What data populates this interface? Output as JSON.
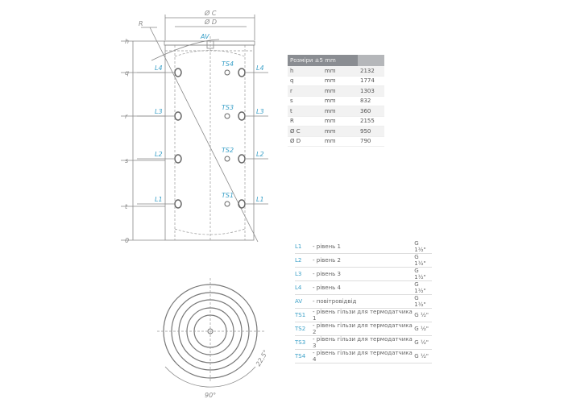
{
  "drawing": {
    "dimC": "Ø C",
    "dimD": "Ø D",
    "R": "R",
    "AV": "AV",
    "levels": [
      "h",
      "q",
      "r",
      "s",
      "t",
      "0"
    ],
    "ports": [
      "L4",
      "L3",
      "L2",
      "L1"
    ],
    "sensors": [
      "TS4",
      "TS3",
      "TS2",
      "TS1"
    ],
    "angle1": "22,5°",
    "angle2": "90°"
  },
  "dims": {
    "header": "Розміри ±5 mm",
    "rows": [
      [
        "h",
        "mm",
        "2132"
      ],
      [
        "q",
        "mm",
        "1774"
      ],
      [
        "r",
        "mm",
        "1303"
      ],
      [
        "s",
        "mm",
        "832"
      ],
      [
        "t",
        "mm",
        "360"
      ],
      [
        "R",
        "mm",
        "2155"
      ],
      [
        "Ø C",
        "mm",
        "950"
      ],
      [
        "Ø D",
        "mm",
        "790"
      ]
    ]
  },
  "legend": [
    [
      "L1",
      "- рівень 1",
      "G 1½\""
    ],
    [
      "L2",
      "- рівень 2",
      "G 1½\""
    ],
    [
      "L3",
      "- рівень 3",
      "G 1½\""
    ],
    [
      "L4",
      "- рівень 4",
      "G 1½\""
    ],
    [
      "AV",
      "- повітровідвід",
      "G 1½\""
    ],
    [
      "TS1",
      "- рівень гільзи для термодатчика 1",
      "G ½\""
    ],
    [
      "TS2",
      "- рівень гільзи для термодатчика 2",
      "G ½\""
    ],
    [
      "TS3",
      "- рівень гільзи для термодатчика 3",
      "G ½\""
    ],
    [
      "TS4",
      "- рівень гільзи для термодатчика 4",
      "G ½\""
    ]
  ]
}
